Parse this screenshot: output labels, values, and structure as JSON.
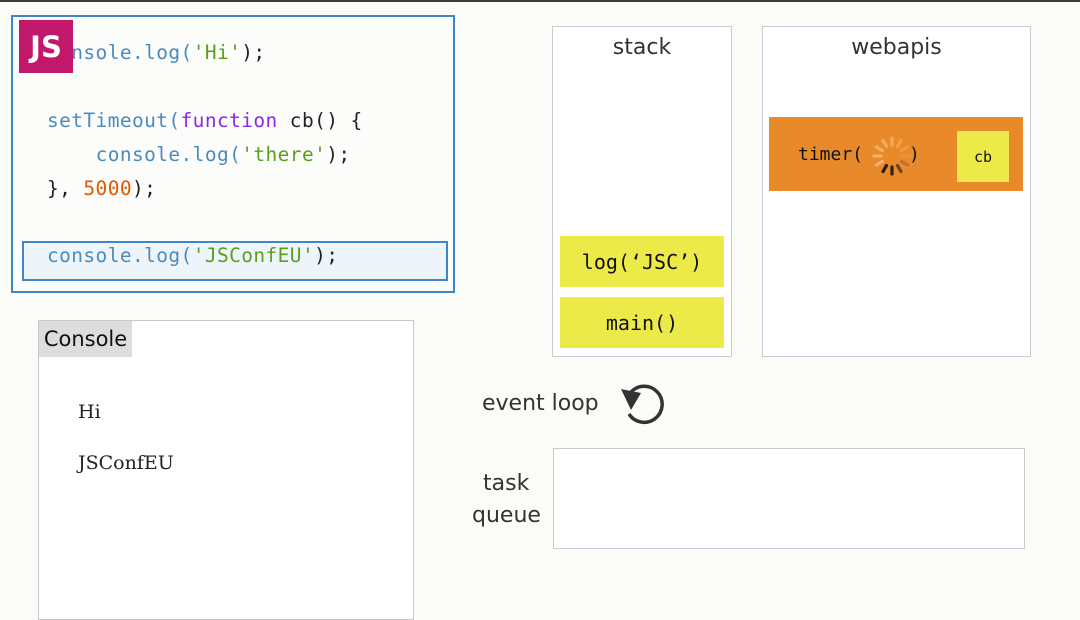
{
  "code": {
    "badge": "JS",
    "lines": [
      {
        "prefix": "console",
        "method": ".log(",
        "arg": "'Hi'",
        "suffix": ");"
      },
      {
        "fn": "setTimeout(",
        "kw": "function",
        "rest": " cb() {"
      },
      {
        "indent": "    ",
        "fn": "console.log(",
        "arg": "'there'",
        "suffix": ");"
      },
      {
        "prefix": "}, ",
        "num": "5000",
        "suffix": ");"
      },
      {
        "fn": "console.log(",
        "arg": "'JSConfEU'",
        "suffix": ");"
      }
    ]
  },
  "console": {
    "title": "Console",
    "output": [
      "Hi",
      "JSConfEU"
    ]
  },
  "stack": {
    "title": "stack",
    "frames": [
      "log(‘JSC’)",
      "main()"
    ]
  },
  "webapis": {
    "title": "webapis",
    "timer_label": "timer(",
    "timer_close": ")",
    "callback": "cb"
  },
  "event_loop": {
    "label": "event loop"
  },
  "task_queue": {
    "label_line1": "task",
    "label_line2": "queue"
  },
  "colors": {
    "accent_blue": "#3f86c7",
    "js_badge": "#c2186b",
    "frame_yellow": "#ecea48",
    "timer_orange": "#e8892a"
  },
  "icons": [
    "loop-arrow-icon",
    "spinner-icon"
  ]
}
